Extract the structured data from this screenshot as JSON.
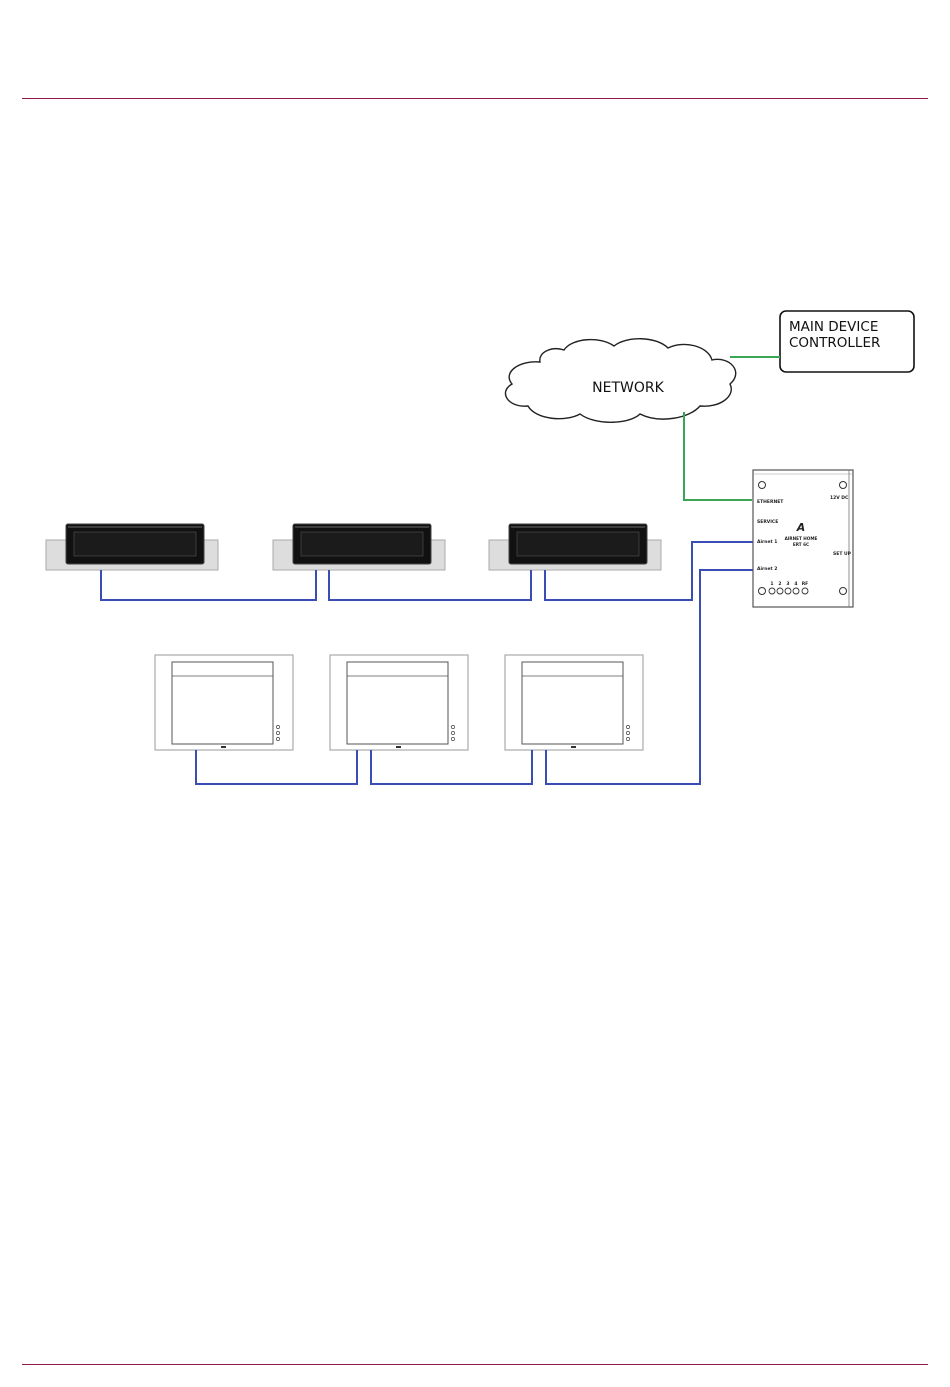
{
  "colors": {
    "rule": "#8b1a4a",
    "network_link": "#3aa655",
    "bus_link": "#3a4db5"
  },
  "diagram": {
    "controller_line1": "MAIN DEVICE",
    "controller_line2": "CONTROLLER",
    "network_label": "NETWORK",
    "gateway": {
      "port_ethernet": "ETHERNET",
      "port_service": "SERVICE",
      "port_airnet1": "Airnet 1",
      "port_airnet2": "Airnet 2",
      "power": "12V DC",
      "setup": "SET UP",
      "brand_line1": "AIRNET HOME",
      "brand_line2": "ERT 6C",
      "led_labels": [
        "1",
        "2",
        "3",
        "4",
        "RF"
      ]
    },
    "ducted_units": [
      "unit-1",
      "unit-2",
      "unit-3"
    ],
    "wall_units": [
      "unit-1",
      "unit-2",
      "unit-3"
    ]
  }
}
